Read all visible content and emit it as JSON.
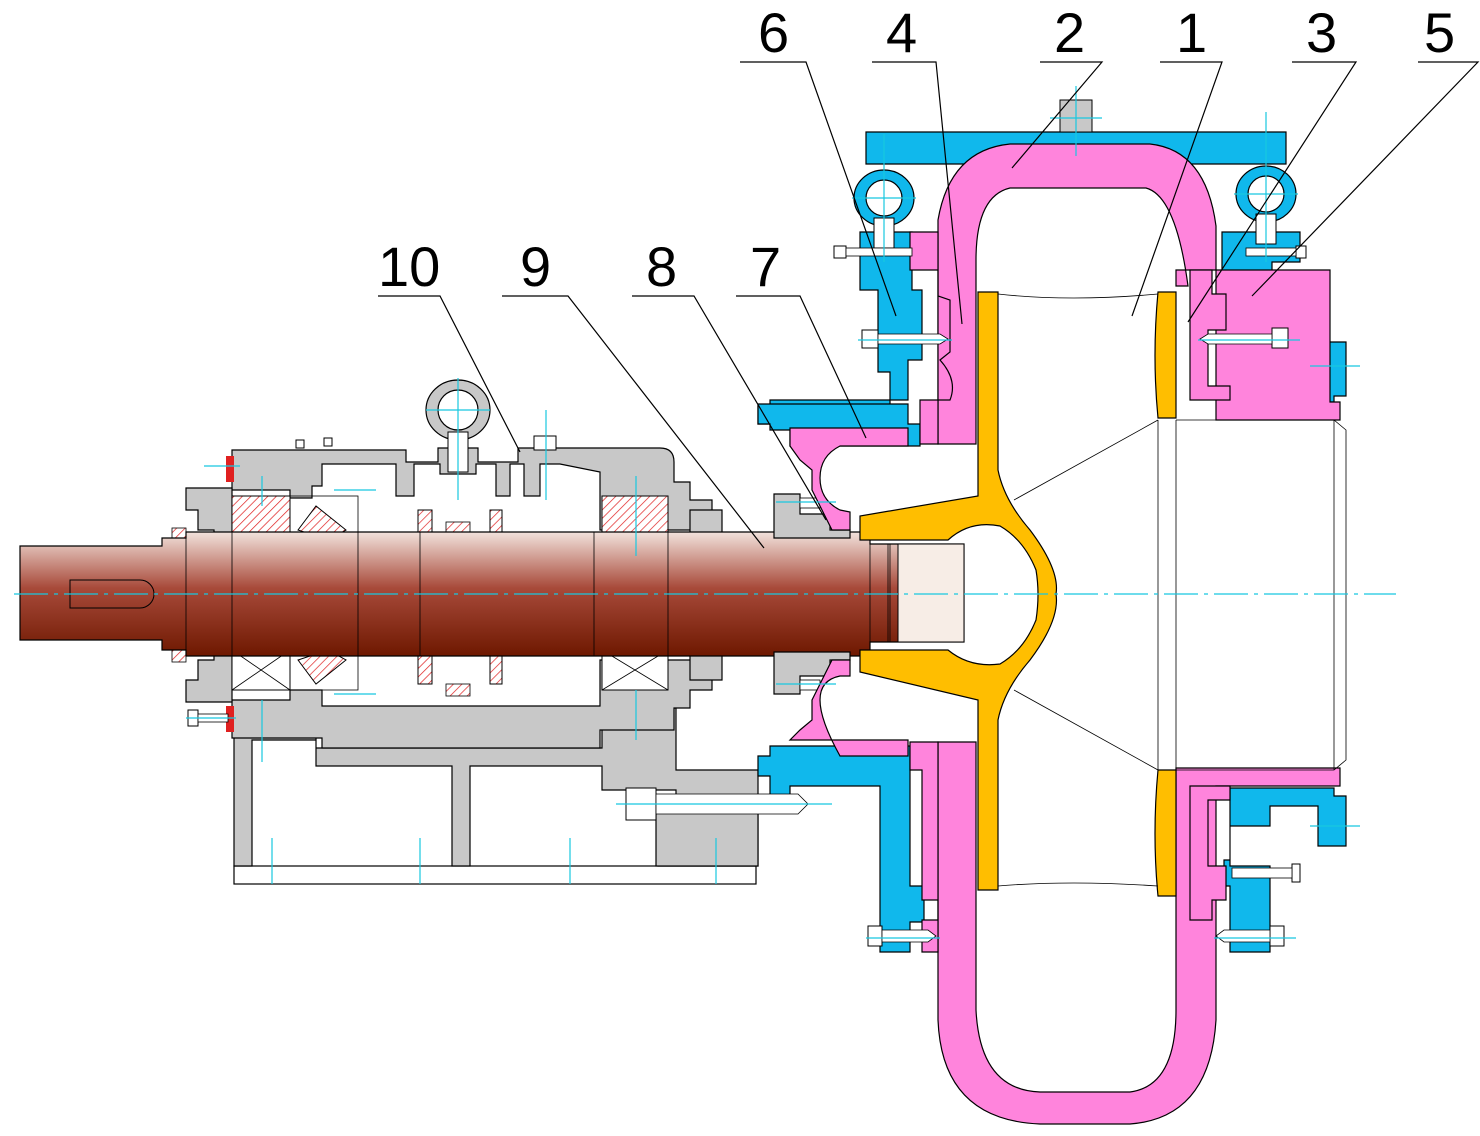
{
  "colors": {
    "volute_pink": "#ff84dc",
    "frame_blue": "#10b8ec",
    "impeller_yellow": "#ffbe00",
    "housing_gray": "#c8c8c8",
    "shaft_top": "#f2e2dc",
    "shaft_mid": "#a84a3a",
    "shaft_bottom": "#6e1800",
    "bearing_red": "#e02020",
    "centerline_cyan": "#18c8e0"
  },
  "part_numbers": {
    "p1": "1",
    "p2": "2",
    "p3": "3",
    "p4": "4",
    "p5": "5",
    "p6": "6",
    "p7": "7",
    "p8": "8",
    "p9": "9",
    "p10": "10"
  }
}
